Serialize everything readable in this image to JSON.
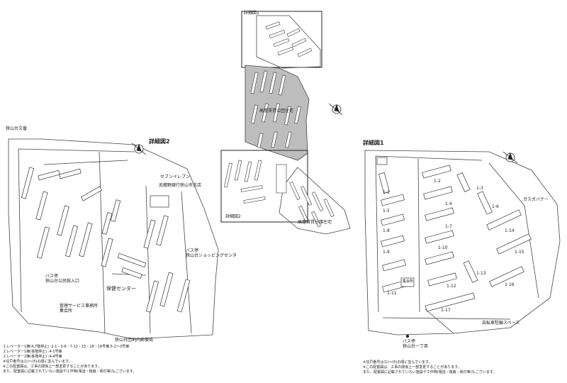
{
  "map": {
    "detail1_top_label": "詳細図1",
    "detail2_center_label": "詳細図2",
    "center_labels": {
      "upper": "高層賃貸公団住宅",
      "lower": "高層賃貸分譲住宅"
    },
    "detail2": {
      "title": "詳細図2",
      "labels": {
        "school": "狭山台文番",
        "seven": "セブンイレブン",
        "bank": "武蔵野銀行狭山市支店",
        "bus_shopping_1": "バス停",
        "bus_shopping_2": "狭山台ショッピングセンタ",
        "health": "保健センター",
        "bus_entrance_1": "バス停",
        "bus_entrance_2": "狭山台公民館入口",
        "office_1": "管理サービス事務所",
        "office_2": "集会所",
        "post": "狭山台団地内郵便局"
      },
      "notes": [
        "エレベーター1棟(4,7階停止)  :2-1・3-6・7-12・15・18・19号棟,5-1～3号棟",
        "エレベーター1棟(各階停止)   :4-1号棟",
        "エレベーター2棟(各階停止)   :4-4号棟",
        "※住戸番号は(1)～(5)の順に並んでいます。",
        "※この配置図は、工事の関係上一部変更することがあります。",
        "また、配置図に記載されていない施設や工作物(電話・植栽・街灯等)もございます。"
      ]
    },
    "detail1": {
      "title": "詳細図1",
      "labels": {
        "shuko": "集会所",
        "gas": "ガスガバナー",
        "parking": "自転車駐輪スペース",
        "bus_1": "バス停",
        "bus_2": "狭山台一丁目"
      },
      "buildings": [
        "1-1",
        "1-2",
        "1-3",
        "1-4",
        "1-5",
        "1-6",
        "1-7",
        "1-8",
        "1-9",
        "1-10",
        "1-11",
        "1-12",
        "1-13",
        "1-14",
        "1-15",
        "1-16",
        "1-17"
      ],
      "notes": [
        "※住戸番号は(1)～(5)の順に並んでいます。",
        "※この配置図は、工事の関係上一部変更することがあります。",
        "また、配置図に記載されていない施設や工作物(電話・植栽・街灯等)もございます。"
      ]
    }
  }
}
